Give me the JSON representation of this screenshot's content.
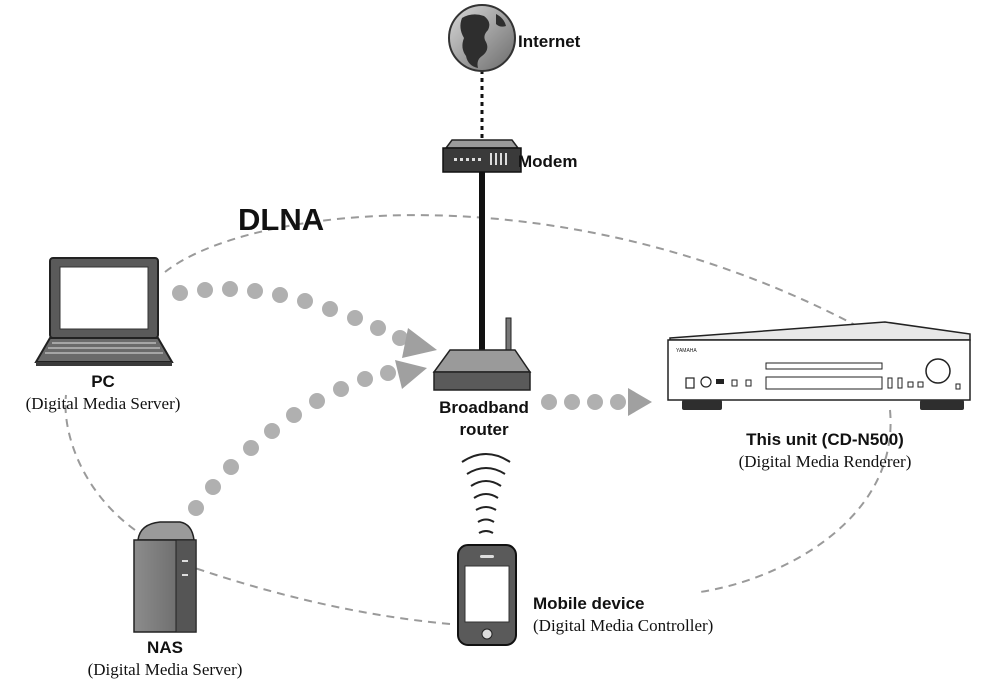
{
  "labels": {
    "internet": "Internet",
    "modem": "Modem",
    "dlna": "DLNA",
    "pc": "PC",
    "pc_role": "(Digital Media Server)",
    "router_line1": "Broadband",
    "router_line2": "router",
    "unit": "This unit (CD-N500)",
    "unit_role": "(Digital Media Renderer)",
    "nas": "NAS",
    "nas_role": "(Digital Media Server)",
    "mobile": "Mobile device",
    "mobile_role": "(Digital Media Controller)"
  },
  "device_text": {
    "brand": "YAMAHA"
  },
  "colors": {
    "line": "#111111",
    "dashed": "#9a9a9a",
    "dots": "#b0b0b0",
    "device_fill": "#7a7a7a",
    "device_dark": "#3a3a3a"
  },
  "icons": [
    "globe-icon",
    "modem-icon",
    "laptop-icon",
    "router-icon",
    "cd-player-icon",
    "nas-icon",
    "smartphone-icon",
    "wifi-waves-icon"
  ]
}
